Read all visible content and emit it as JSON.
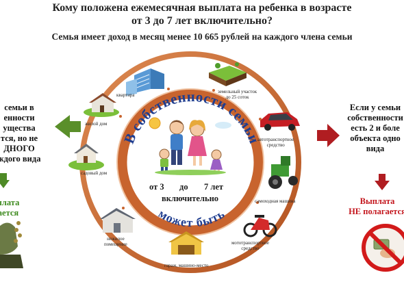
{
  "header": {
    "title_line1": "Кому положена ежемесячная выплата на ребенка в возрасте",
    "title_line2": "от 3 до 7 лет включительно?",
    "subtitle": "Семья имеет доход в месяц менее 10 665 рублей на каждого члена семьи"
  },
  "left_panel": {
    "lines": [
      "семьи в",
      "енности",
      "ущества",
      "тся, но не",
      "ДНОГО",
      "ждого вида"
    ],
    "result_line1": "плата",
    "result_line2": "ается"
  },
  "right_panel": {
    "lines": [
      "Если у семьи",
      "собственности",
      "есть 2 и боле",
      "объекта одно",
      "вида"
    ],
    "result_line1": "Выплата",
    "result_line2": "НЕ полагается"
  },
  "circle": {
    "arc_top": "В собственности семьи",
    "arc_bottom": "может быть",
    "center": {
      "age_from": "от 3",
      "age_mid": "до",
      "age_to": "7 лет",
      "inclusive": "включительно"
    }
  },
  "items": {
    "apartment": "квартира",
    "land_line1": "земельный участок",
    "land_line2": "до 25 соток",
    "house": "жилой дом",
    "car_line1": "автотранспортное",
    "car_line2": "средство",
    "garden": "садовый дом",
    "tractor": "самоходная машина",
    "nonres_line1": "нежилое",
    "nonres_line2": "помещение",
    "moto_line1": "мототранспортное",
    "moto_line2": "средство",
    "garage": "гараж, машино-место"
  },
  "colors": {
    "ring": "#c8642e",
    "ring_light": "#e9b99a",
    "arc_text": "#1f3d8f",
    "left_arrow": "#5a8f2a",
    "right_arrow": "#b01d21",
    "no_sign": "#d21a1a"
  }
}
